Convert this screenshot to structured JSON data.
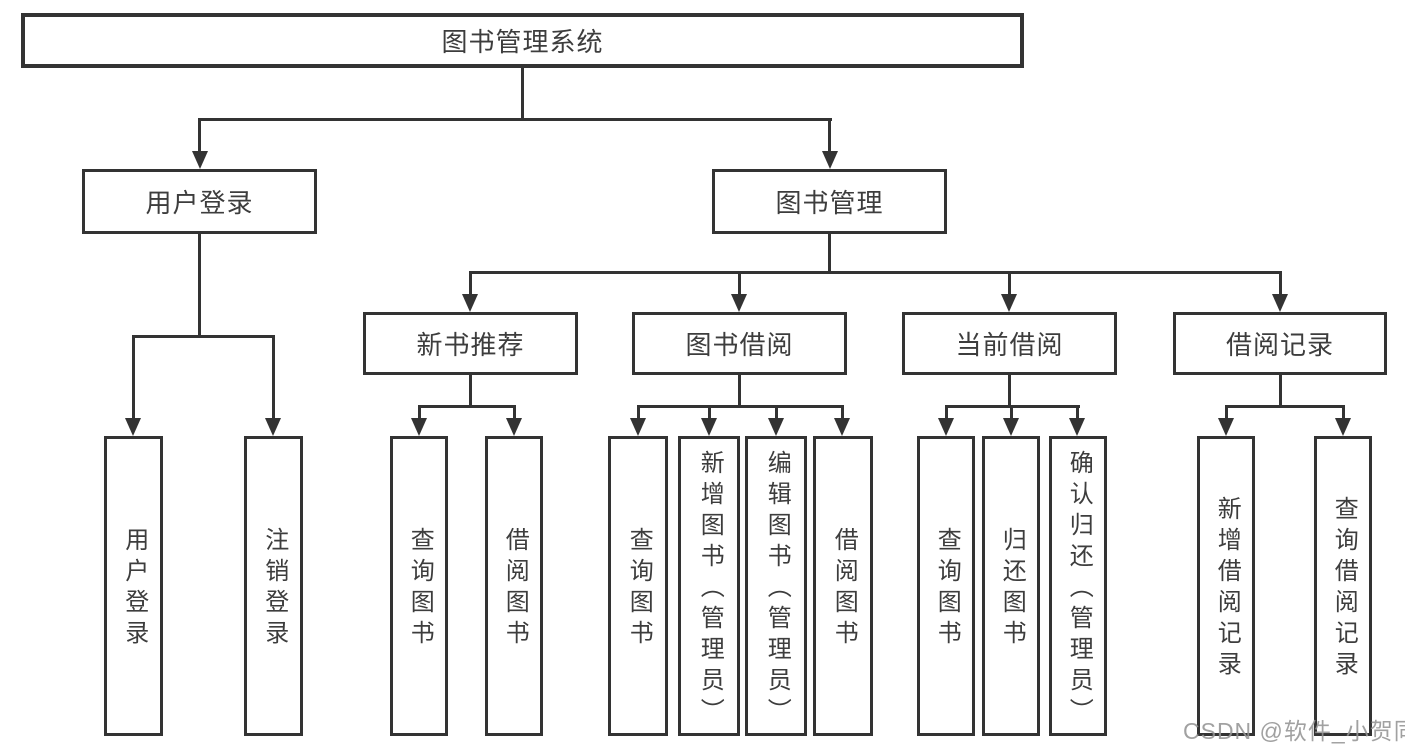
{
  "tree": {
    "root": "图书管理系统",
    "children": [
      {
        "label": "用户登录",
        "children": [
          "用户登录",
          "注销登录"
        ]
      },
      {
        "label": "图书管理",
        "children": [
          {
            "label": "新书推荐",
            "children": [
              "查询图书",
              "借阅图书"
            ]
          },
          {
            "label": "图书借阅",
            "children": [
              "查询图书",
              "新增图书（管理员）",
              "编辑图书（管理员）",
              "借阅图书"
            ]
          },
          {
            "label": "当前借阅",
            "children": [
              "查询图书",
              "归还图书",
              "确认归还（管理员）"
            ]
          },
          {
            "label": "借阅记录",
            "children": [
              "新增借阅记录",
              "查询借阅记录"
            ]
          }
        ]
      }
    ]
  },
  "watermark": {
    "text": "CSDN @软件_小贺同学"
  },
  "colors": {
    "line": "#333333",
    "text": "#3d3d3d",
    "watermark": "#949494",
    "background": "#ffffff"
  }
}
